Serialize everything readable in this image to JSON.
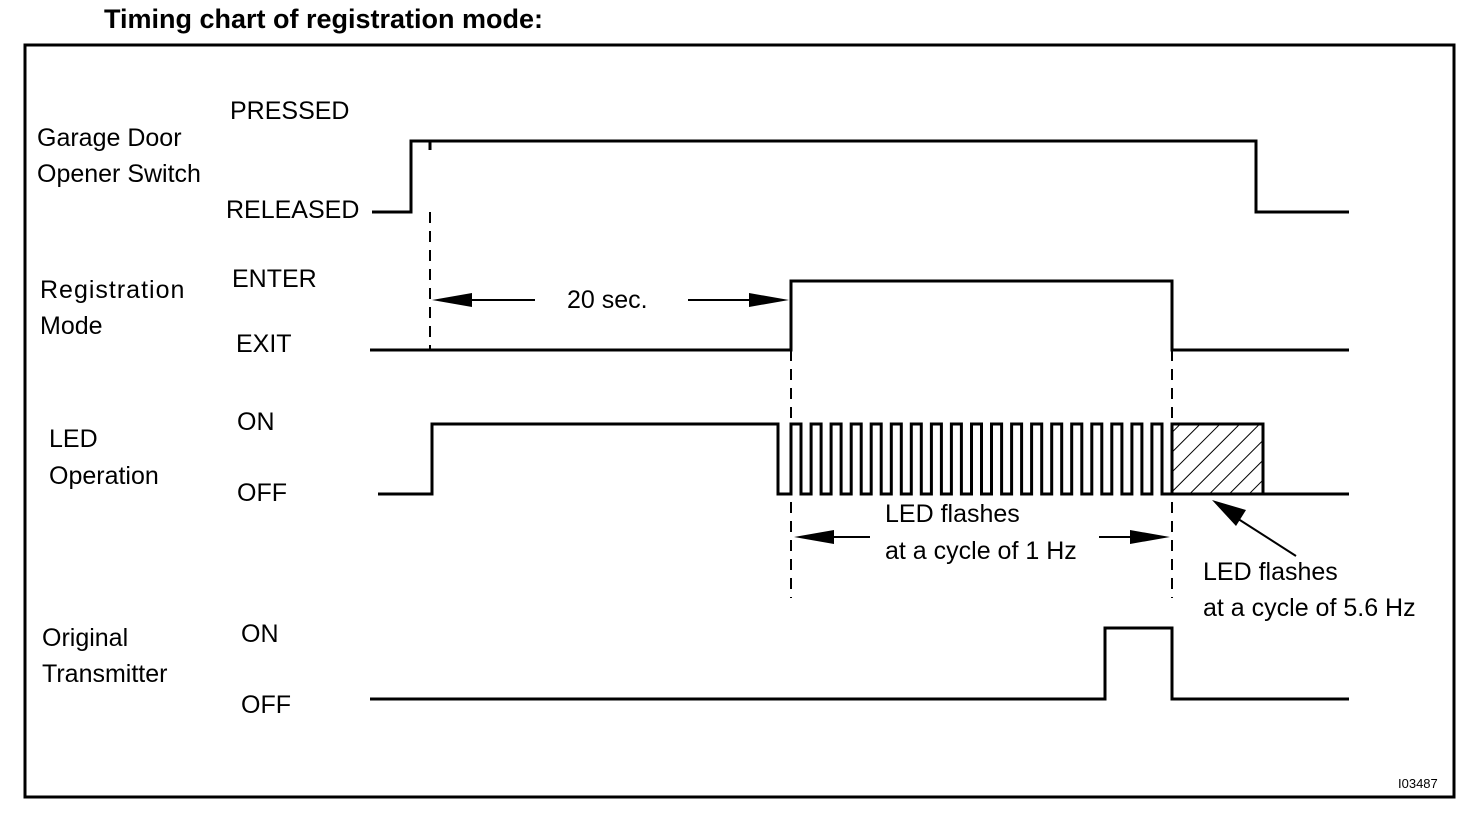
{
  "title": "Timing chart of registration mode:",
  "figure_code": "I03487",
  "colors": {
    "ink": "#000000",
    "paper": "#ffffff"
  },
  "signals": [
    {
      "id": "garage-door-opener-switch",
      "name_lines": [
        "Garage Door",
        "Opener Switch"
      ],
      "high_label": "PRESSED",
      "low_label": "RELEASED"
    },
    {
      "id": "registration-mode",
      "name_lines": [
        "Registration",
        "Mode"
      ],
      "high_label": "ENTER",
      "low_label": "EXIT"
    },
    {
      "id": "led-operation",
      "name_lines": [
        "LED",
        "Operation"
      ],
      "high_label": "ON",
      "low_label": "OFF"
    },
    {
      "id": "original-transmitter",
      "name_lines": [
        "Original",
        "Transmitter"
      ],
      "high_label": "ON",
      "low_label": "OFF"
    }
  ],
  "annotations": {
    "interval": "20 sec.",
    "slow_flash_lines": [
      "LED flashes",
      "at a cycle of 1 Hz"
    ],
    "fast_flash_lines": [
      "LED flashes",
      "at a cycle of 5.6 Hz"
    ]
  },
  "led_flash_pulses": 19
}
